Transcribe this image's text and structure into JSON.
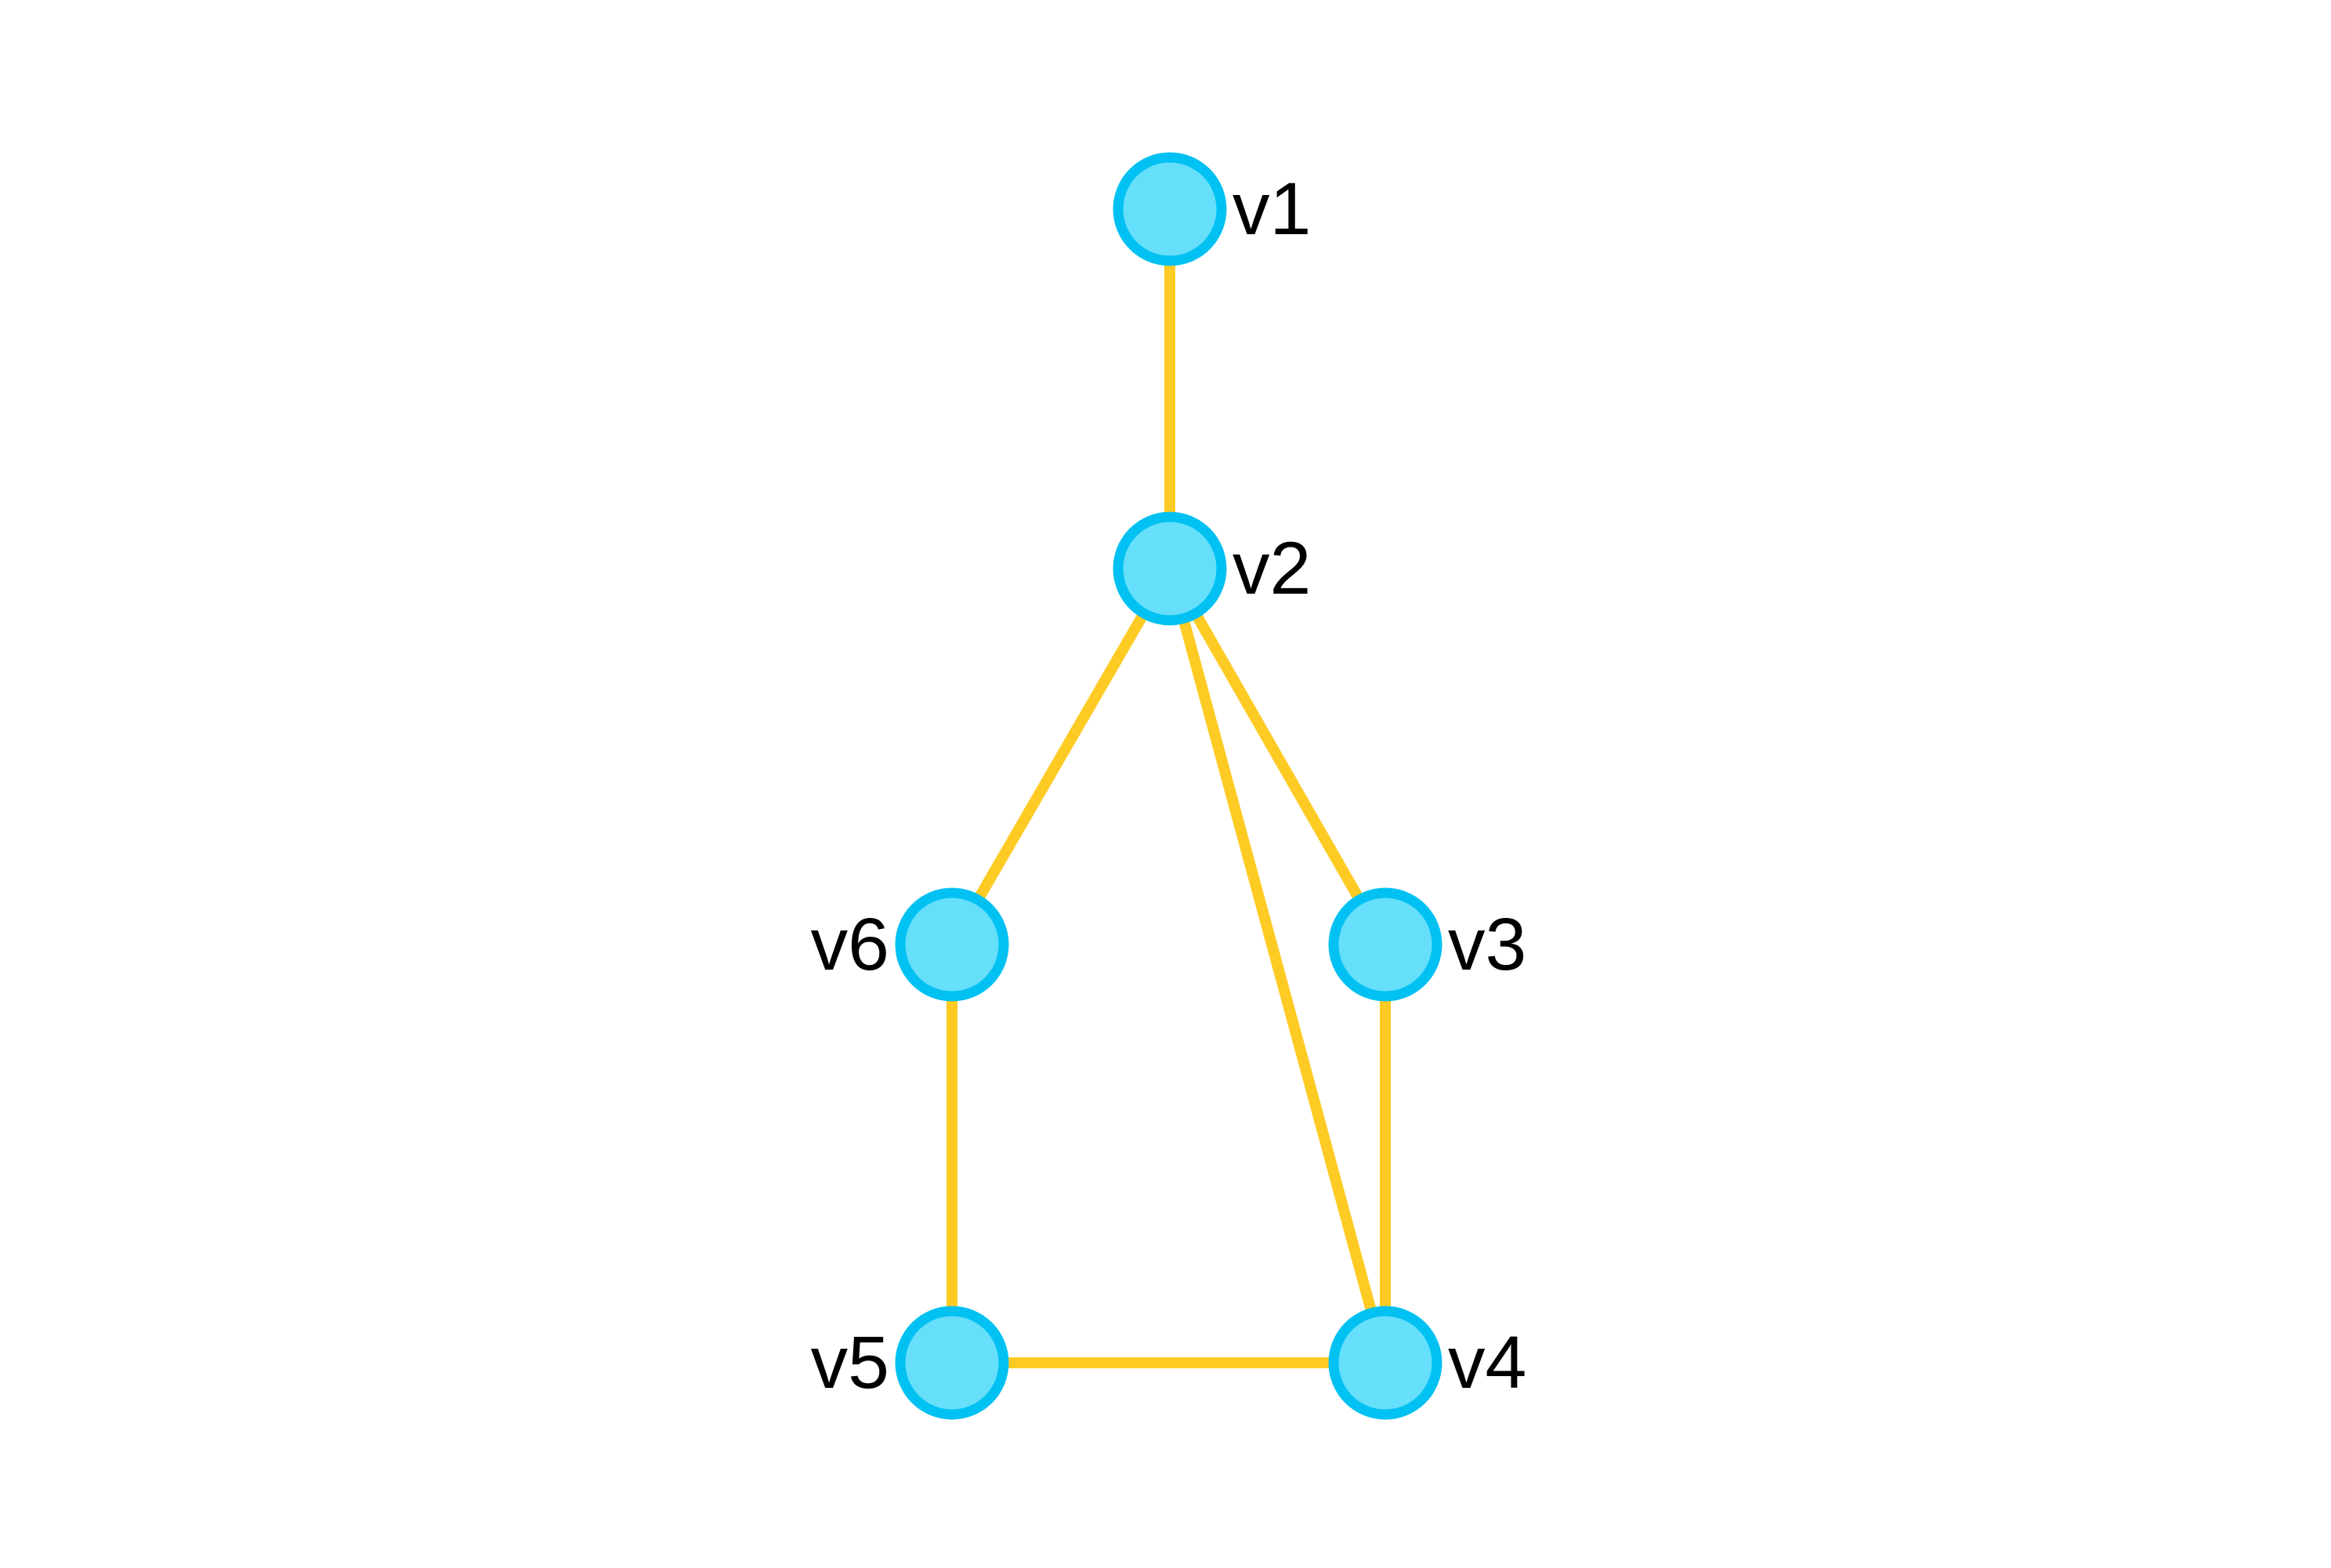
{
  "graph": {
    "colors": {
      "edge": "#FDCB24",
      "node_fill": "#66DFFB",
      "node_stroke": "#00C1F2",
      "label": "#000000"
    },
    "nodes": [
      {
        "id": "v1",
        "label": "v1"
      },
      {
        "id": "v2",
        "label": "v2"
      },
      {
        "id": "v3",
        "label": "v3"
      },
      {
        "id": "v4",
        "label": "v4"
      },
      {
        "id": "v5",
        "label": "v5"
      },
      {
        "id": "v6",
        "label": "v6"
      }
    ],
    "edges": [
      {
        "from": "v1",
        "to": "v2"
      },
      {
        "from": "v2",
        "to": "v6"
      },
      {
        "from": "v2",
        "to": "v3"
      },
      {
        "from": "v2",
        "to": "v4"
      },
      {
        "from": "v3",
        "to": "v4"
      },
      {
        "from": "v6",
        "to": "v5"
      },
      {
        "from": "v5",
        "to": "v4"
      }
    ]
  }
}
